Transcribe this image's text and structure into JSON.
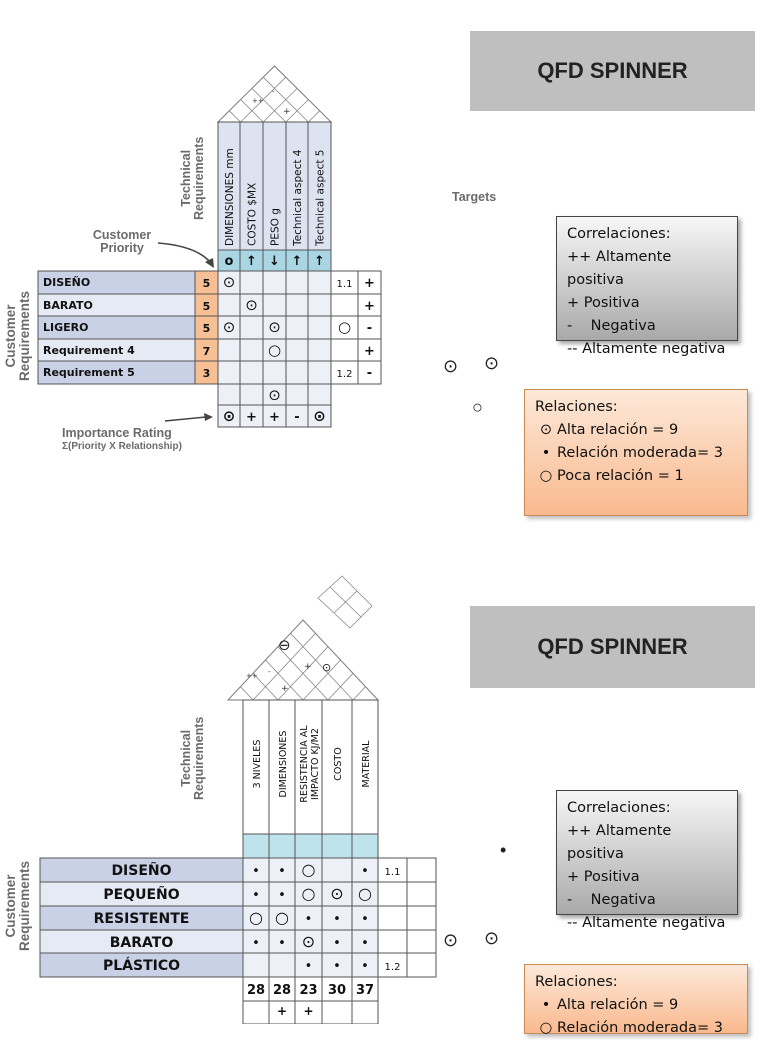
{
  "top": {
    "title": "QFD SPINNER",
    "axis_labels": {
      "technical": "Technical\nRequirements",
      "customer": "Customer\nRequirements",
      "customer_priority": "Customer\nPriority",
      "importance_rating": "Importance Rating",
      "importance_formula": "Σ(Priority X Relationship)",
      "targets": "Targets"
    },
    "roof_marks": [
      "++",
      "-",
      "+"
    ],
    "tech_columns": [
      "DIMENSIONES mm",
      "COSTO $MX",
      "PESO g",
      "Technical aspect 4",
      "Technical aspect 5"
    ],
    "directions": [
      "o",
      "↑",
      "↓",
      "↑",
      "↑"
    ],
    "rows": [
      {
        "label": "DISEÑO",
        "priority": "5",
        "cells": [
          "⊙",
          "",
          "",
          "",
          "",
          "1.1",
          "+"
        ]
      },
      {
        "label": "BARATO",
        "priority": "5",
        "cells": [
          "",
          "⊙",
          "",
          "",
          "",
          "",
          "+"
        ]
      },
      {
        "label": "LIGERO",
        "priority": "5",
        "cells": [
          "⊙",
          "",
          "⊙",
          "",
          "",
          "○",
          "-"
        ]
      },
      {
        "label": "Requirement 4",
        "priority": "7",
        "cells": [
          "",
          "",
          "○",
          "",
          "",
          "",
          "+"
        ]
      },
      {
        "label": "Requirement 5",
        "priority": "3",
        "cells": [
          "",
          "",
          "",
          "",
          "",
          "1.2",
          "-"
        ]
      }
    ],
    "extra_row": [
      "",
      "",
      "⊙",
      "",
      ""
    ],
    "importance_row": [
      "⊙",
      "+",
      "+",
      "-",
      "⊙"
    ],
    "correlaciones": {
      "title": "Correlaciones:",
      "items": [
        "++ Altamente positiva",
        "+ Positiva",
        "-    Negativa",
        "-- Altamente negativa"
      ]
    },
    "relaciones": {
      "title": "Relaciones:",
      "items": [
        {
          "symbol": "⊙",
          "text": "Alta relación = 9"
        },
        {
          "symbol": "•",
          "text": "Relación moderada= 3"
        },
        {
          "symbol": "○",
          "text": "Poca relación = 1"
        }
      ]
    },
    "free_symbols": [
      "⊙",
      "⊙",
      "○"
    ]
  },
  "bottom": {
    "title": "QFD SPINNER",
    "axis_labels": {
      "technical": "Technical\nRequirements",
      "customer": "Customer\nRequirements"
    },
    "roof_marks": [
      "++",
      "-",
      "+",
      "+",
      "⊖",
      "⊙"
    ],
    "tech_columns": [
      "3 NIVELES",
      "DIMENSIONES",
      "RESISTENCIA AL\nIMPACTO KJ/M2",
      "COSTO",
      "MATERIAL"
    ],
    "rows": [
      {
        "label": "DISEÑO",
        "cells": [
          "•",
          "•",
          "○",
          "",
          "•",
          "1.1",
          ""
        ]
      },
      {
        "label": "PEQUEÑO",
        "cells": [
          "•",
          "•",
          "○",
          "⊙",
          "○",
          "",
          ""
        ]
      },
      {
        "label": "RESISTENTE",
        "cells": [
          "○",
          "○",
          "•",
          "•",
          "•",
          "",
          ""
        ]
      },
      {
        "label": "BARATO",
        "cells": [
          "•",
          "•",
          "⊙",
          "•",
          "•",
          "",
          ""
        ]
      },
      {
        "label": "PLÁSTICO",
        "cells": [
          "",
          "",
          "•",
          "•",
          "•",
          "1.2",
          ""
        ]
      }
    ],
    "totals": [
      "28",
      "28",
      "23",
      "30",
      "37"
    ],
    "last_row": [
      "",
      "+",
      "+",
      "",
      ""
    ],
    "correlaciones": {
      "title": "Correlaciones:",
      "items": [
        "++ Altamente positiva",
        "+ Positiva",
        "-    Negativa",
        "-- Altamente negativa"
      ]
    },
    "relaciones": {
      "title": "Relaciones:",
      "items": [
        {
          "symbol": "•",
          "text": "Alta relación = 9"
        },
        {
          "symbol": "○",
          "text": "Relación moderada= 3"
        }
      ]
    },
    "free_symbols": [
      "•",
      "⊙",
      "⊙"
    ]
  }
}
